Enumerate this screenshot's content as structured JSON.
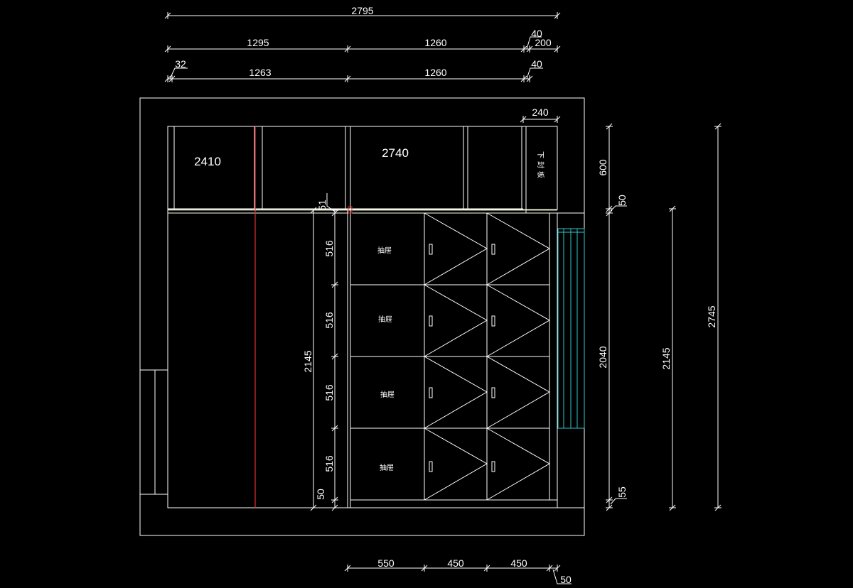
{
  "colors": {
    "background": "#000000",
    "line": "#ffffff",
    "red_line": "#e0302e",
    "cyan_line": "#2fc6c8",
    "yellow_line": "#d8d8a0"
  },
  "dimensions": {
    "overall_width": "2795",
    "row2_left": "1295",
    "row2_mid": "1260",
    "row2_small_40": "40",
    "row2_small_200": "200",
    "row3_small_32": "32",
    "row3_left": "1263",
    "row3_mid": "1260",
    "row3_small_40": "40",
    "top_right_240": "240",
    "gap_51": "51",
    "drawer_height_1": "516",
    "drawer_height_2": "516",
    "drawer_height_3": "516",
    "drawer_height_4": "516",
    "cabinet_height_2145": "2145",
    "base_50": "50",
    "right_600": "600",
    "right_50": "50",
    "right_2040": "2040",
    "right_55": "55",
    "right_2145": "2145",
    "right_2745": "2745",
    "bottom_550": "550",
    "bottom_450_a": "450",
    "bottom_450_b": "450",
    "bottom_50": "50"
  },
  "labels": {
    "upper_left_height": "2410",
    "upper_mid_height": "2740",
    "side_note_chars": [
      "下",
      "封",
      "板"
    ],
    "drawer_1": "抽屉",
    "drawer_2": "抽屉",
    "drawer_3": "抽屉",
    "drawer_4": "抽屉"
  }
}
